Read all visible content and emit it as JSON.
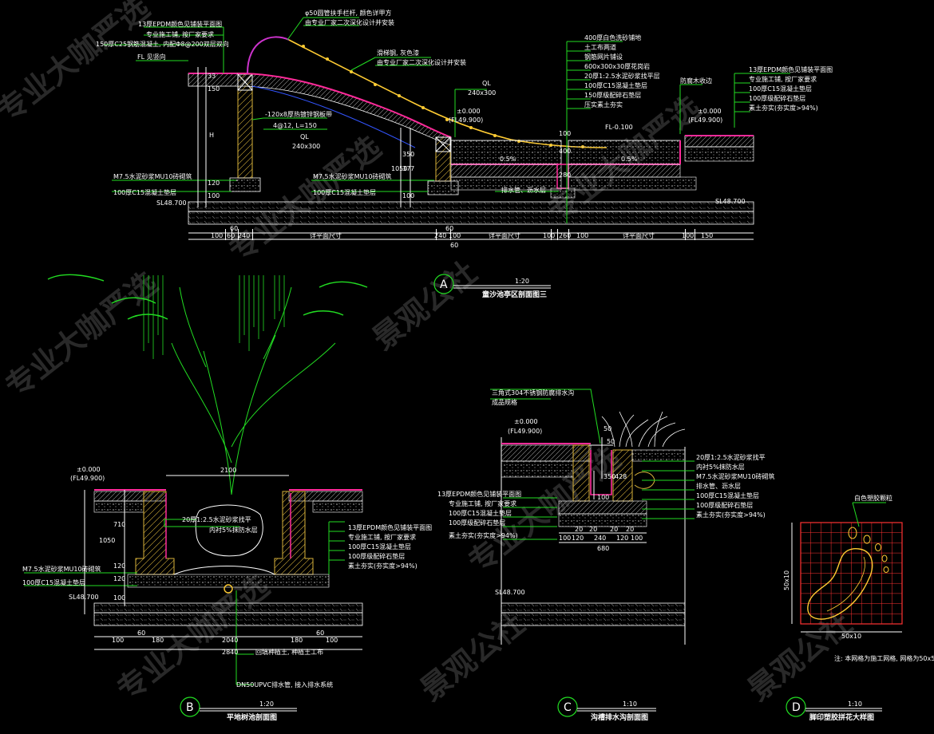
{
  "watermark": "专业大咖严选",
  "watermark_alt": "景观公社",
  "detailA": {
    "bubble": "A",
    "scale": "1:20",
    "title": "童沙池亭区剖面图三",
    "annotations": [
      "13厚EPDM颜色见铺装平面图",
      "专业施工铺, 按厂家要求",
      "150厚C25钢筋混凝土, 内配Φ8@200双层双向",
      "FL 见竖向",
      "φ50圆管扶手栏杆, 颜色详甲方",
      "由专业厂家二次深化设计并安装",
      "滑梯钢, 灰色漆",
      "由专业厂家二次深化设计并安装",
      "-120x8厚热镀锌钢板带",
      "4@12, L=150",
      "QL",
      "240x300",
      "QL",
      "240x300",
      "±0.000",
      "(FL49.900)",
      "400厚白色洗砂铺地",
      "土工布两道",
      "钢筋网片铺设",
      "600x300x30厚花岗岩",
      "20厚1:2.5水泥砂浆找平层",
      "100厚C15混凝土垫层",
      "150厚级配碎石垫层",
      "压实素土夯实",
      "FL-0.100",
      "防腐木收边",
      "13厚EPDM颜色见铺装平面图",
      "专业施工铺, 按厂家要求",
      "100厚C15混凝土垫层",
      "100厚级配碎石垫层",
      "素土夯实(夯实度>94%)",
      "±0.000",
      "(FL49.900)",
      "M7.5水泥砂浆MU10砖砌筑",
      "100厚C15混凝土垫层",
      "M7.5水泥砂浆MU10砖砌筑",
      "100厚C15混凝土垫层",
      "排水管、沥水层",
      "SL48.700",
      "SL48.700",
      "0.5%",
      "0.5%"
    ],
    "dims_vertical": [
      "33",
      "150",
      "H",
      "120",
      "100",
      "100",
      "350",
      "377",
      "1050",
      "100",
      "400",
      "280"
    ],
    "dims_bottom": [
      "60",
      "100",
      "60",
      "240",
      "详平面尺寸",
      "240",
      "60",
      "100",
      "60",
      "详平面尺寸",
      "100",
      "260",
      "100",
      "详平面尺寸",
      "100",
      "150"
    ]
  },
  "detailB": {
    "bubble": "B",
    "scale": "1:20",
    "title": "平地树池剖面图",
    "annotations": [
      "±0.000",
      "(FL49.900)",
      "2100",
      "20厚1:2.5水泥砂浆找平",
      "内衬5%抹防水层",
      "13厚EPDM颜色见铺装平面图",
      "专业施工铺, 按厂家要求",
      "100厚C15混凝土垫层",
      "100厚级配碎石垫层",
      "素土夯实(夯实度>94%)",
      "M7.5水泥砂浆MU10砖砌筑",
      "100厚C15混凝土垫层",
      "SL48.700",
      "回填种植土, 种植土工布",
      "DN50UPVC排水管, 接入排水系统"
    ],
    "dims_vertical": [
      "710",
      "1050",
      "120",
      "120",
      "100"
    ],
    "dims_bottom": [
      "100",
      "60",
      "180",
      "2040",
      "180",
      "60",
      "100"
    ],
    "dim_total": "2840"
  },
  "detailC": {
    "bubble": "C",
    "scale": "1:10",
    "title": "沟槽排水沟剖面图",
    "annotations": [
      "三角式304不锈钢防腐排水沟",
      "成品规格",
      "±0.000",
      "(FL49.900)",
      "20厚1:2.5水泥砂浆找平",
      "内衬5%抹防水层",
      "M7.5水泥砂浆MU10砖砌筑",
      "排水管、沥水层",
      "100厚C15混凝土垫层",
      "100厚级配碎石垫层",
      "素土夯实(夯实度>94%)",
      "13厚EPDM颜色见铺装平面图",
      "专业施工铺, 按厂家要求",
      "100厚C15混凝土垫层",
      "100厚级配碎石垫层",
      "素土夯实(夯实度>94%)",
      "SL48.700"
    ],
    "dims_vertical": [
      "50",
      "50",
      "350",
      "428",
      "100"
    ],
    "dims_bottom": [
      "20",
      "20",
      "20",
      "20",
      "100",
      "120",
      "240",
      "120",
      "100"
    ],
    "dim_total": "680"
  },
  "detailD": {
    "bubble": "D",
    "scale": "1:10",
    "title": "脚印塑胶拼花大样图",
    "annotation": "白色塑胶颗粒",
    "dim_left": "50x10",
    "dim_bottom": "50x10",
    "note": "注: 本网格为施工网格, 网格为50x50mm"
  },
  "colors": {
    "background": "#000000",
    "leader": "#22dd22",
    "line": "#ffffff",
    "handrail": "#ffcc33",
    "epdm": "#ff2a9a",
    "tube": "#cc33cc",
    "grid_red": "#ff3333"
  }
}
